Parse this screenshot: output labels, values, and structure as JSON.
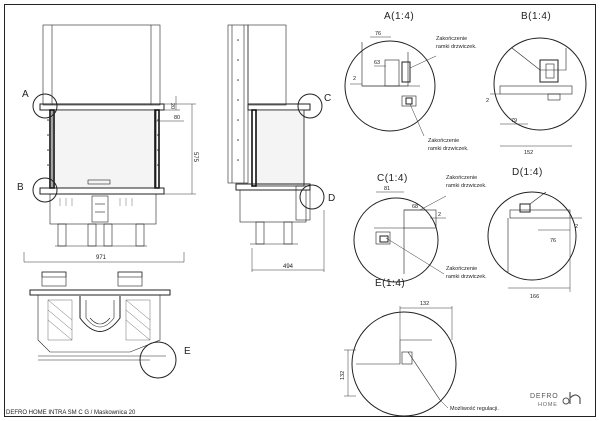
{
  "footer": {
    "caption": "DEFRO HOME INTRA SM C G / Maskownica 20"
  },
  "brand": {
    "line1": "DEFRO",
    "line2": "HOME"
  },
  "front_view": {
    "dims": {
      "width": "971",
      "height": "575",
      "top": "20",
      "side": "80"
    },
    "callouts": {
      "a": "A",
      "b": "B"
    }
  },
  "side_view": {
    "dims": {
      "width": "494"
    },
    "callouts": {
      "c": "C",
      "d": "D"
    }
  },
  "top_view": {
    "callouts": {
      "e": "E"
    }
  },
  "details": {
    "a": {
      "title": "A(1:4)",
      "d1": "76",
      "d2": "63",
      "d3": "2",
      "note1": "Zakończenie",
      "note2": "ramki drzwiczek.",
      "note3": "Zakończenie",
      "note4": "ramki drzwiczek."
    },
    "b": {
      "title": "B(1:4)",
      "d1": "2",
      "d2": "79",
      "d3": "152"
    },
    "c": {
      "title": "C(1:4)",
      "d1": "81",
      "d2": "68",
      "d3": "2",
      "note1": "Zakończenie",
      "note2": "ramki drzwiczek.",
      "note3": "Zakończenie",
      "note4": "ramki drzwiczek."
    },
    "d": {
      "title": "D(1:4)",
      "d1": "76",
      "d2": "2",
      "d3": "166"
    },
    "e": {
      "title": "E(1:4)",
      "d1": "132",
      "d2": "132",
      "note": "Możliwość regulacji."
    }
  }
}
